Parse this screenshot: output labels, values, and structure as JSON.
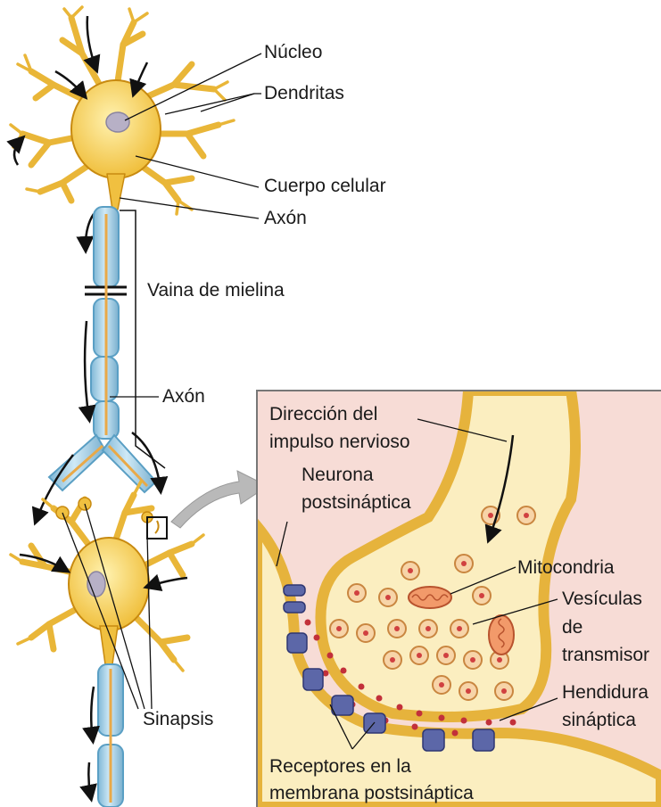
{
  "labels": {
    "nucleo": "Núcleo",
    "dendritas": "Dendritas",
    "cuerpo_celular": "Cuerpo celular",
    "axon_top": "Axón",
    "vaina": "Vaina de mielina",
    "axon_mid": "Axón",
    "sinapsis": "Sinapsis"
  },
  "inset": {
    "direccion_1": "Dirección del",
    "direccion_2": "impulso nervioso",
    "neurona_1": "Neurona",
    "neurona_2": "postsináptica",
    "mitocondria": "Mitocondria",
    "vesiculas_1": "Vesículas",
    "vesiculas_2": "de",
    "vesiculas_3": "transmisor",
    "hendidura_1": "Hendidura",
    "hendidura_2": "sináptica",
    "receptores_1": "Receptores en la",
    "receptores_2": "membrana postsináptica"
  },
  "colors": {
    "neuron_fill": "#f0c040",
    "neuron_edge": "#c88a10",
    "myelin": "#a8d4ea",
    "myelin_edge": "#5a9fc4",
    "inset_bg": "#f7dcd6",
    "terminal_fill": "#fbeec0",
    "receptor": "#5c67a8",
    "cleft_dot": "#c2303a"
  }
}
